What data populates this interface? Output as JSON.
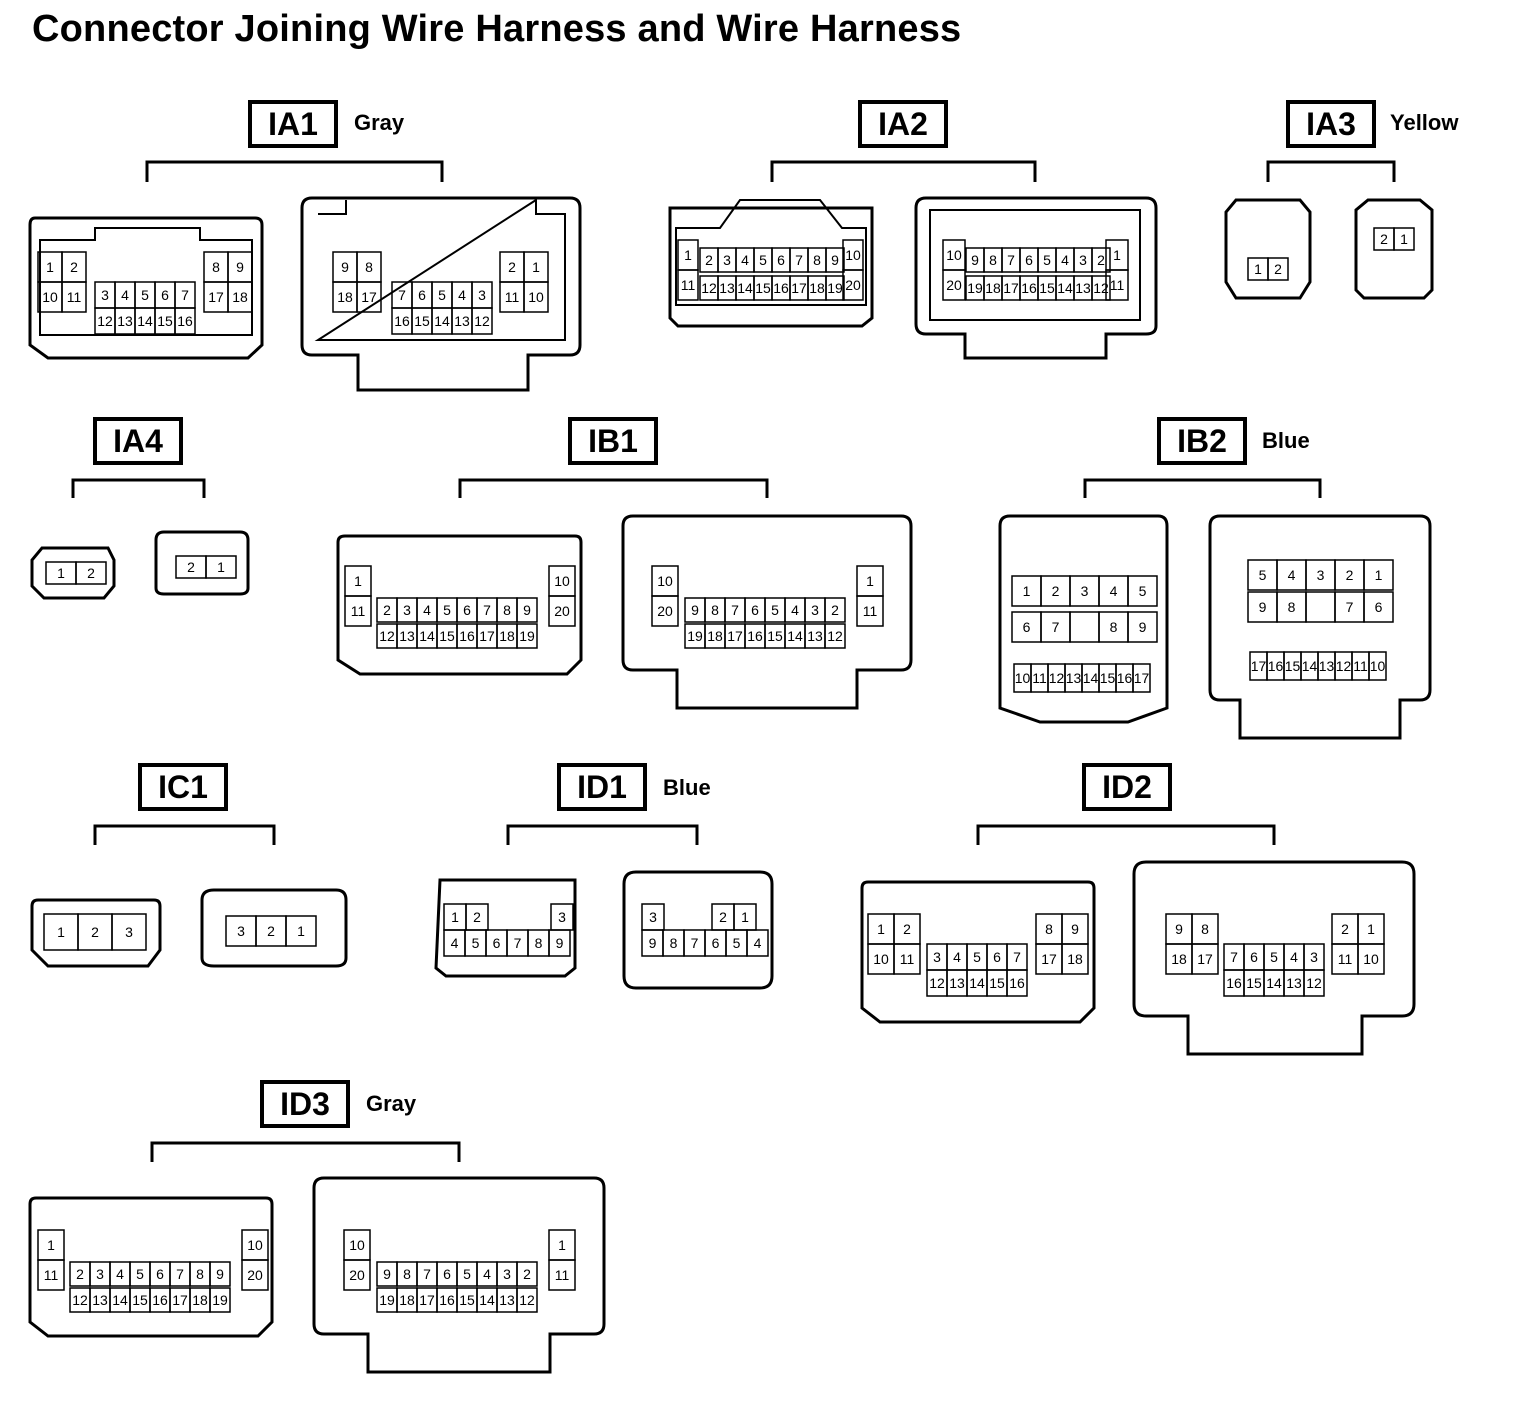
{
  "title": "Connector Joining Wire Harness and Wire Harness",
  "connectors": [
    {
      "id": "IA1",
      "color": "Gray"
    },
    {
      "id": "IA2",
      "color": ""
    },
    {
      "id": "IA3",
      "color": "Yellow"
    },
    {
      "id": "IA4",
      "color": ""
    },
    {
      "id": "IB1",
      "color": ""
    },
    {
      "id": "IB2",
      "color": "Blue"
    },
    {
      "id": "IC1",
      "color": ""
    },
    {
      "id": "ID1",
      "color": "Blue"
    },
    {
      "id": "ID2",
      "color": ""
    },
    {
      "id": "ID3",
      "color": "Gray"
    }
  ]
}
